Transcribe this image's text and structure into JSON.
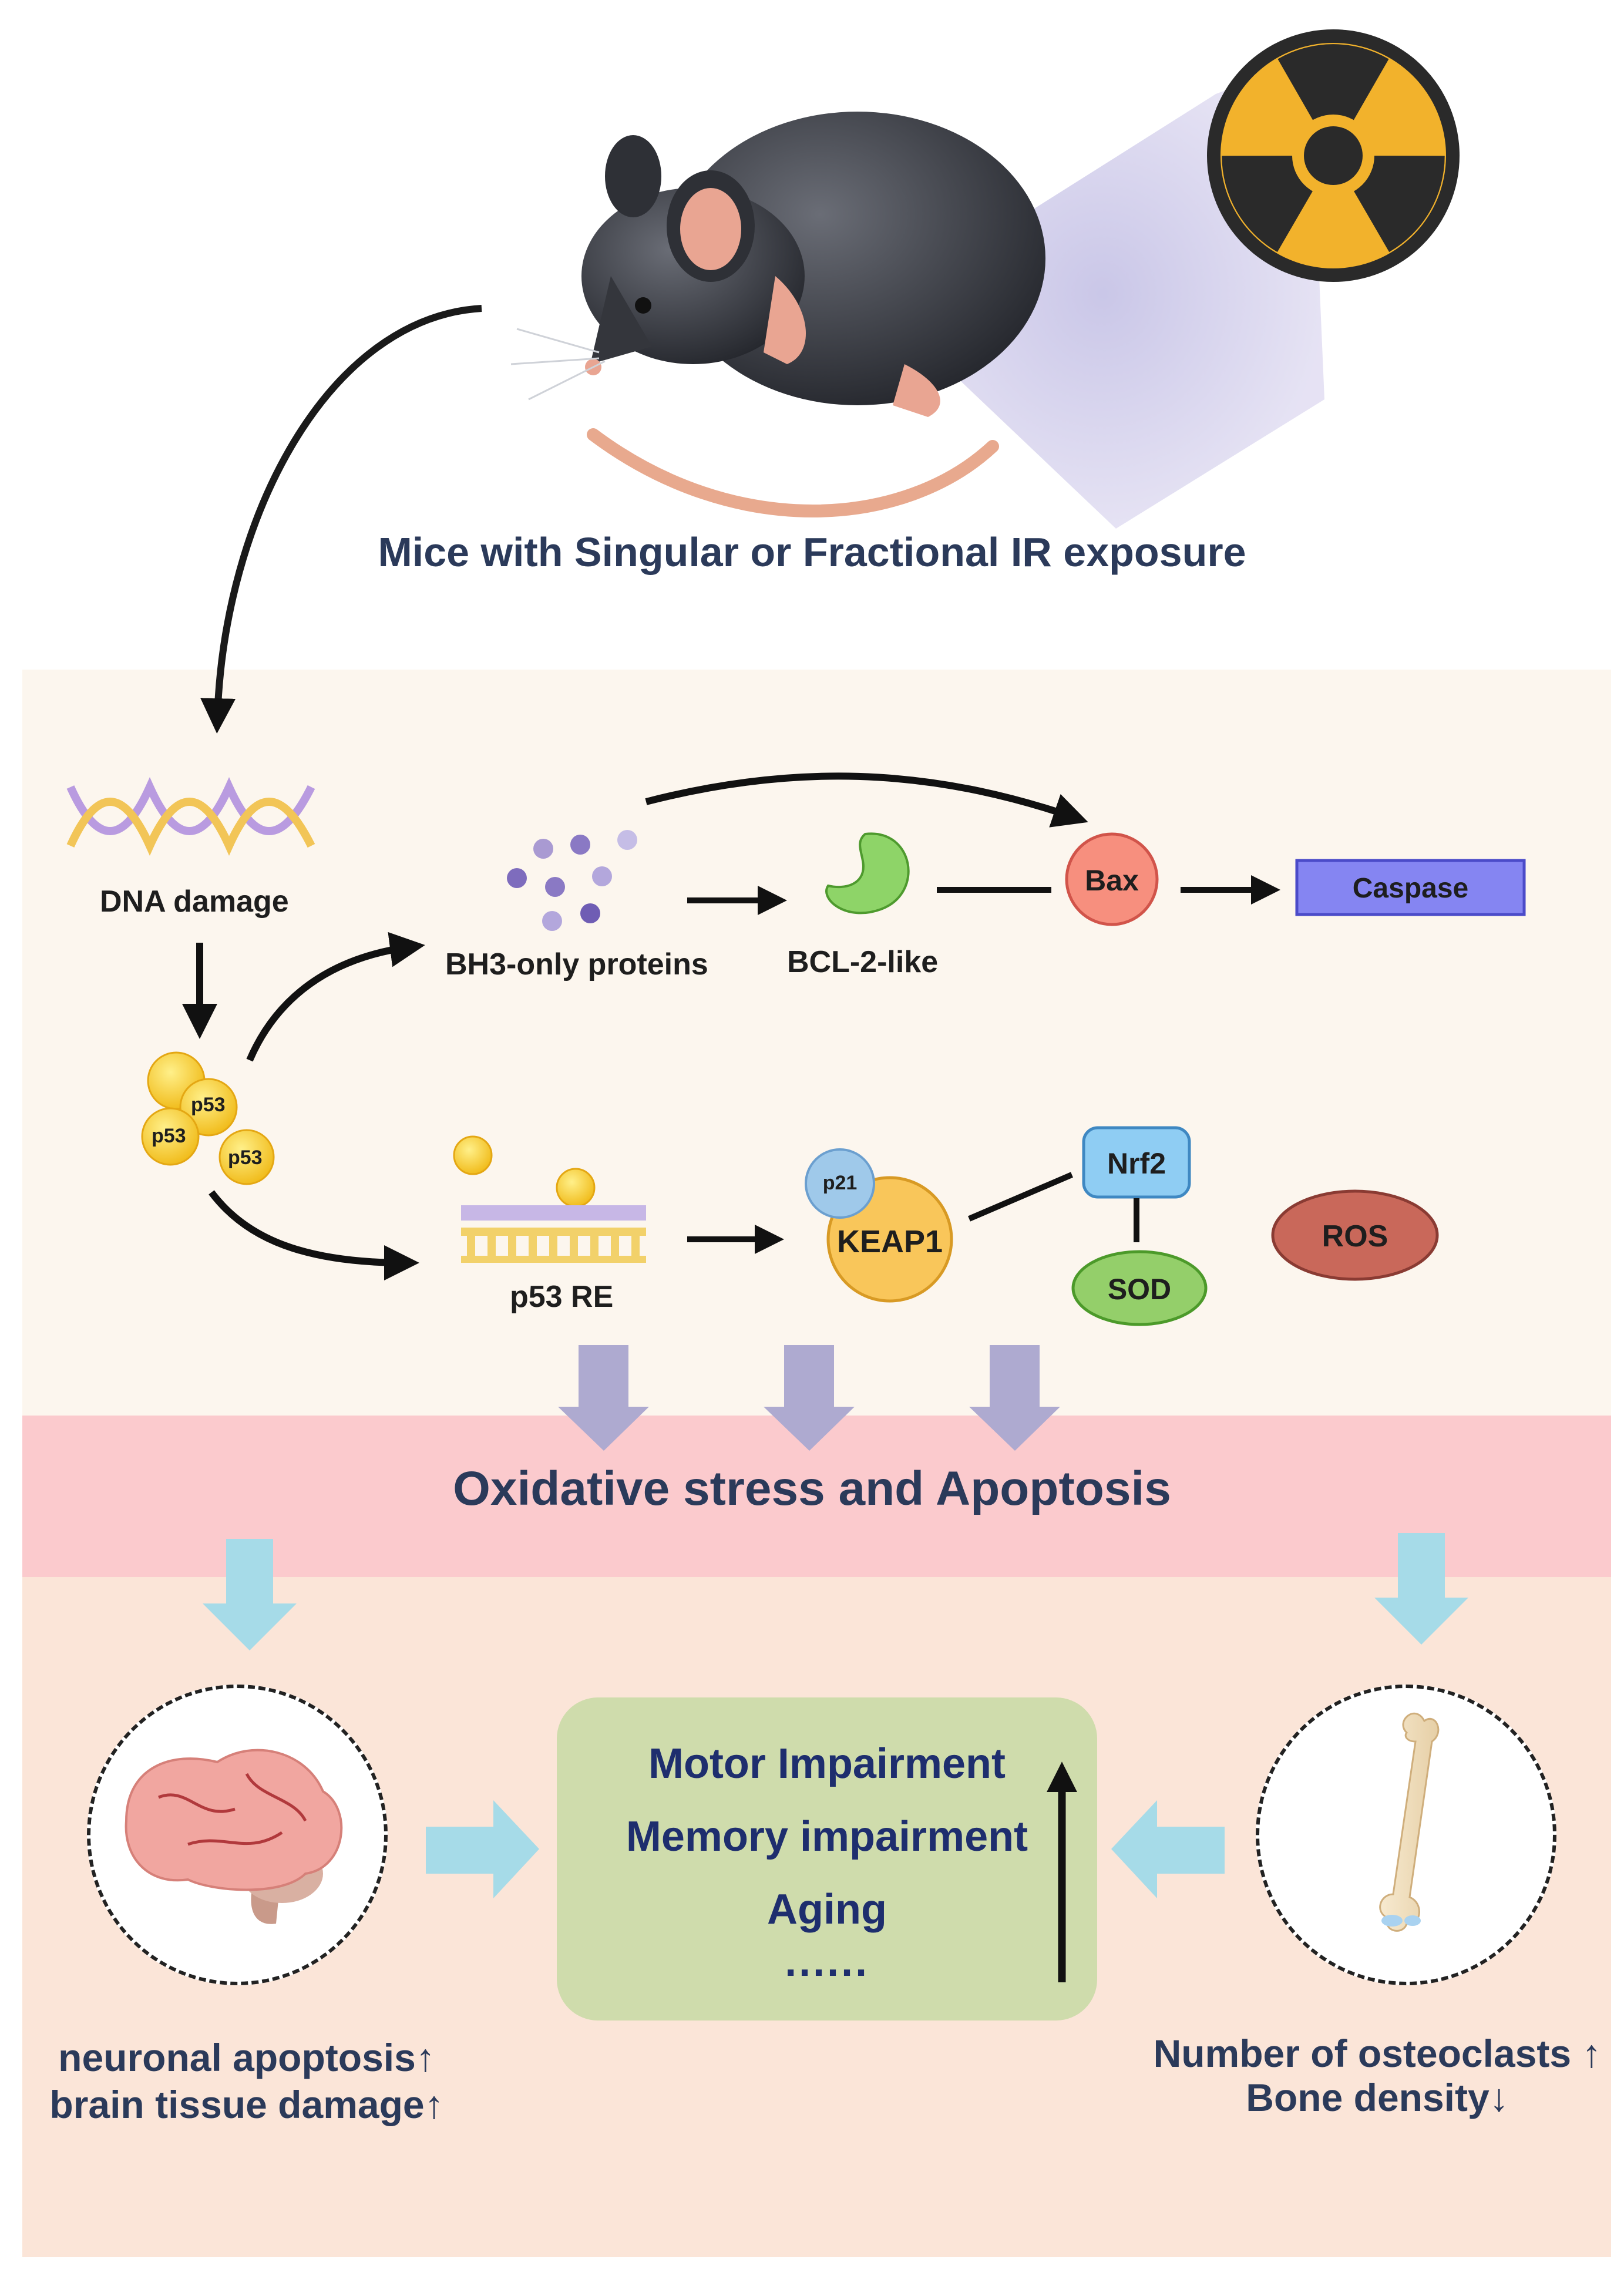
{
  "header": {
    "title": "Mice with Singular or Fractional IR exposure"
  },
  "pathway": {
    "dna_damage": "DNA damage",
    "bh3_only": "BH3-only proteins",
    "bcl2_like": "BCL-2-like",
    "bax": "Bax",
    "caspase": "Caspase",
    "p53": "p53",
    "p53_re": "p53 RE",
    "p21": "p21",
    "keap1": "KEAP1",
    "nrf2": "Nrf2",
    "sod": "SOD",
    "ros": "ROS"
  },
  "band": {
    "title": "Oxidative stress and Apoptosis"
  },
  "outcomes": {
    "items": [
      "Motor Impairment",
      "Memory impairment",
      "Aging",
      "······"
    ]
  },
  "brain": {
    "line1": "neuronal apoptosis↑",
    "line2": "brain tissue damage↑"
  },
  "bone": {
    "line1": "Number of osteoclasts ↑",
    "line2": "Bone density↓"
  },
  "colors": {
    "panel_top": "#fcf6ee",
    "band": "#fbcacd",
    "panel_bottom": "#fbe5d8",
    "caspase": "#8585f2",
    "bax": "#f78f7e",
    "keap1": "#f9c65a",
    "nrf2": "#8fcdf3",
    "sod": "#94cf6a",
    "ros": "#c9685a",
    "down_arrow_purple": "#aeaad0",
    "down_arrow_cyan": "#a6dbe8"
  }
}
